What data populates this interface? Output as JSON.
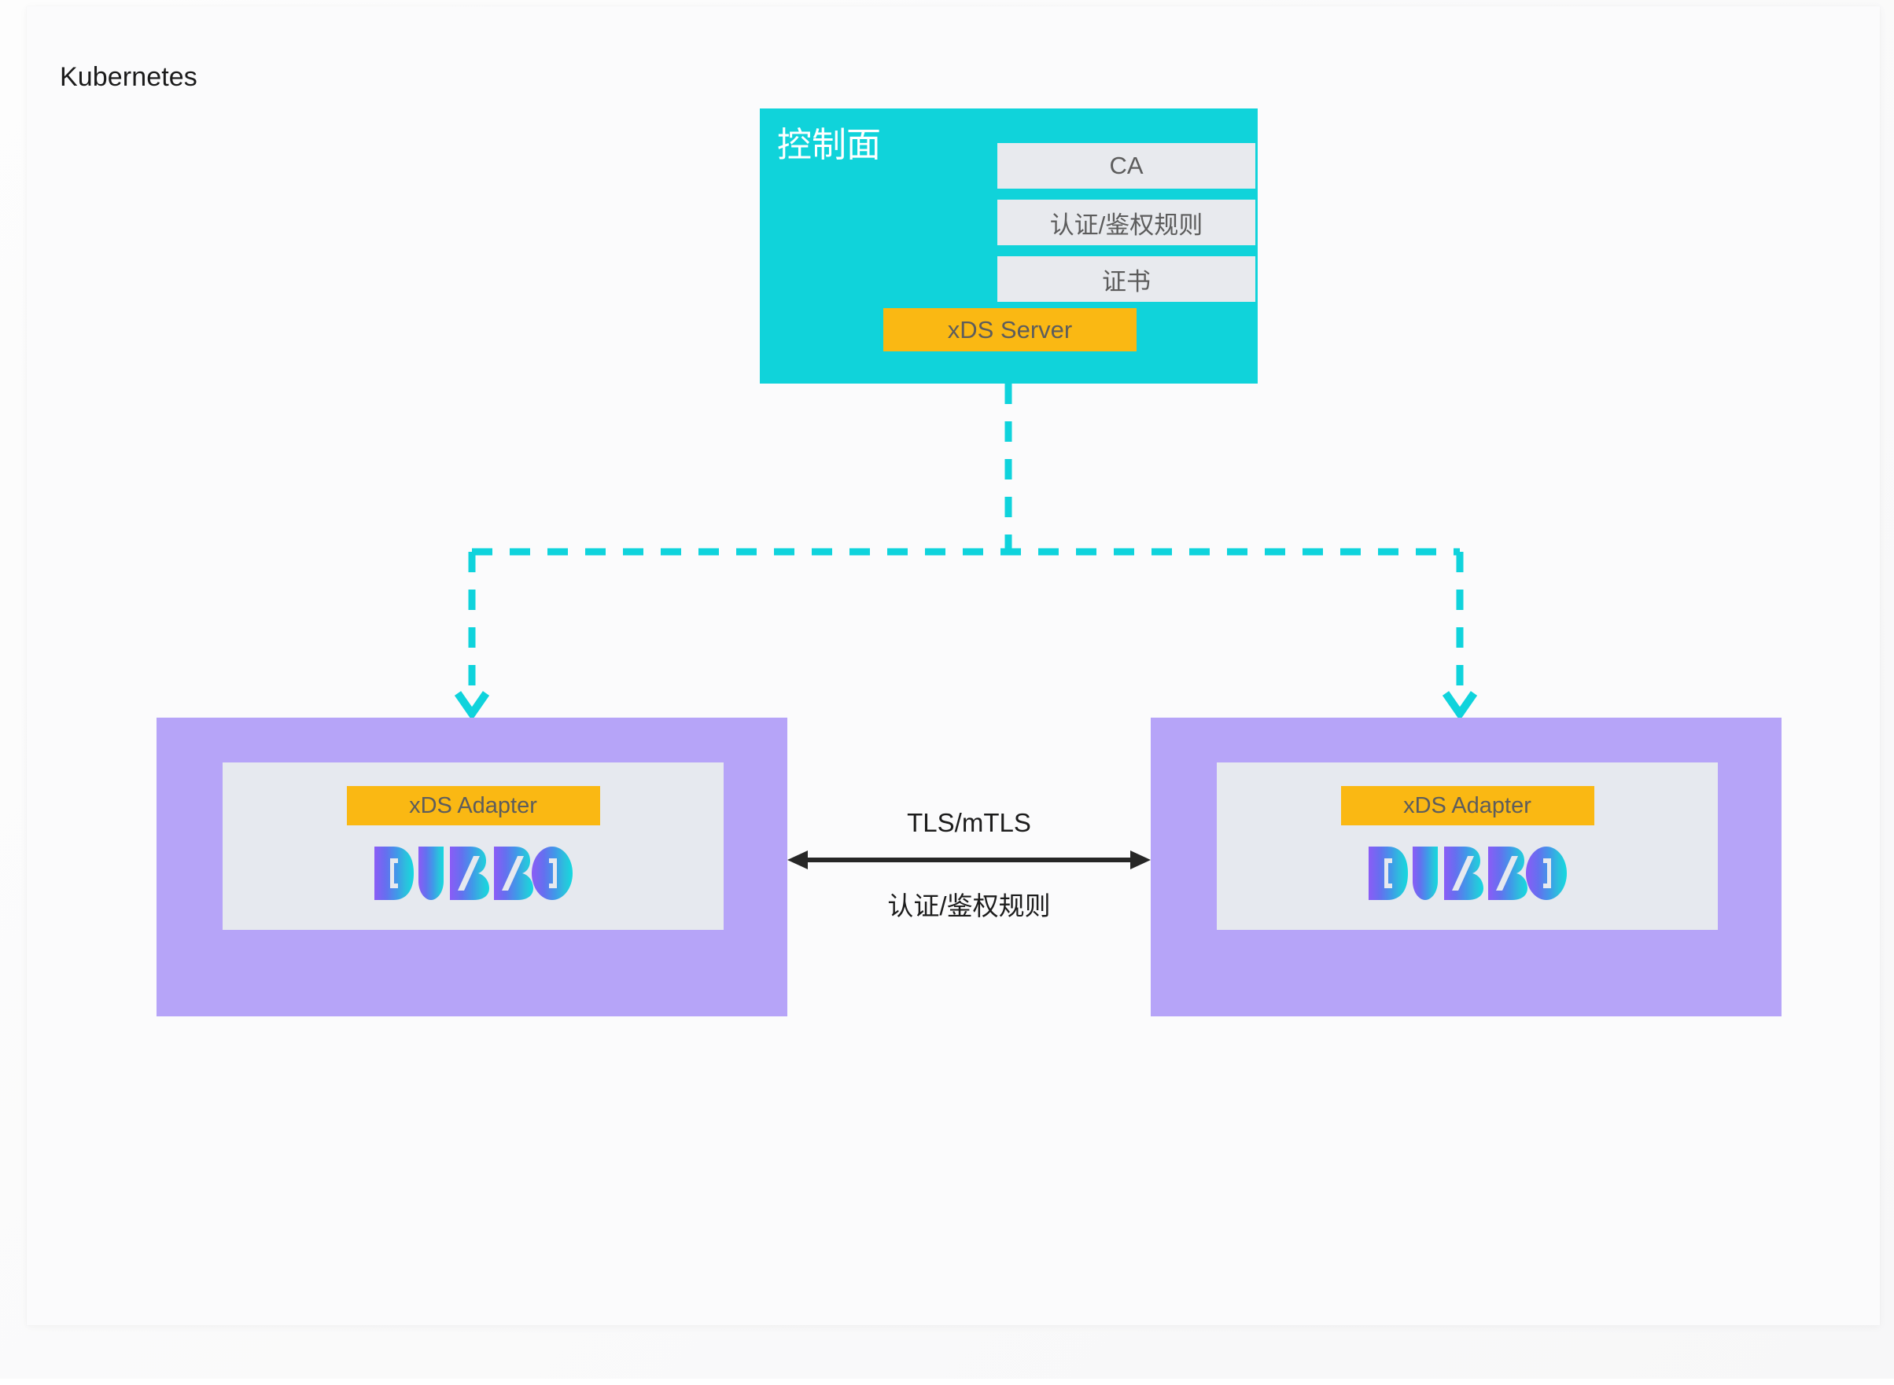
{
  "diagram": {
    "title": "Kubernetes",
    "colors": {
      "control_plane": "#10d3da",
      "pod": "#b6a4f8",
      "panel": "#e6e9ef",
      "accent_amber": "#fab813",
      "connector_cyan": "#0fd3dc",
      "arrow_black": "#262626",
      "logo_gradient_start": "#8b5cf6",
      "logo_gradient_mid": "#3b9ae8",
      "logo_gradient_end": "#14d9e0"
    },
    "control_plane": {
      "title": "控制面",
      "items": [
        {
          "label": "CA"
        },
        {
          "label": "认证/鉴权规则"
        },
        {
          "label": "证书"
        }
      ],
      "server": {
        "label": "xDS Server"
      }
    },
    "pods": [
      {
        "id": "pod-left",
        "adapter": "xDS Adapter",
        "logo_alt": "DUBBO"
      },
      {
        "id": "pod-right",
        "adapter": "xDS Adapter",
        "logo_alt": "DUBBO"
      }
    ],
    "link": {
      "label_top": "TLS/mTLS",
      "label_bottom": "认证/鉴权规则"
    }
  }
}
